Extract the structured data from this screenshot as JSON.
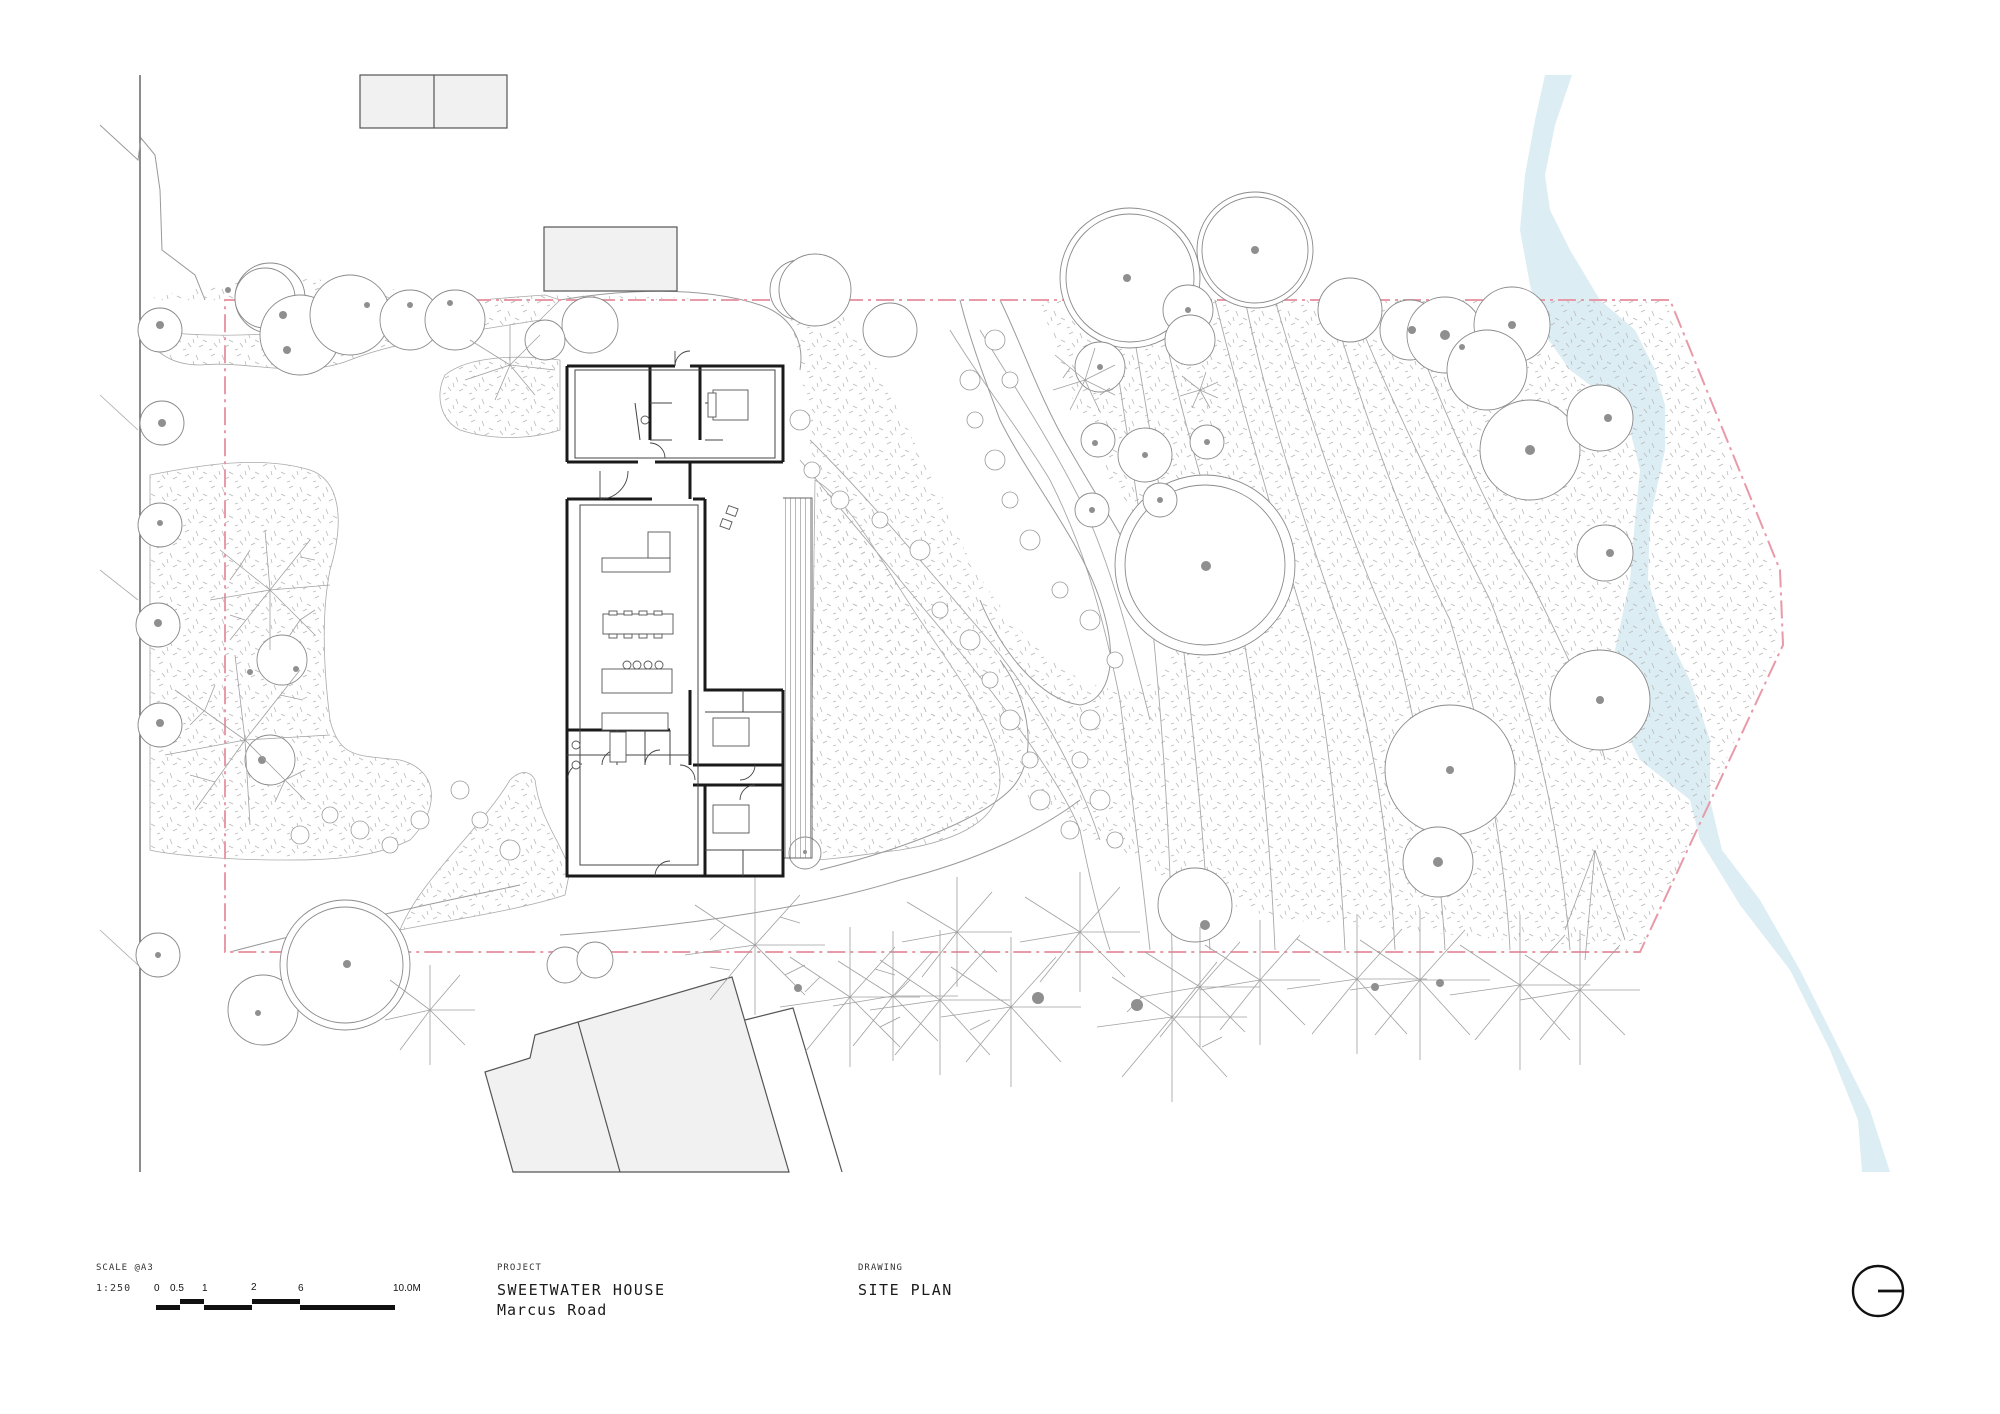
{
  "drawing": {
    "type": "architectural site plan",
    "colors": {
      "line": "#8a8a8a",
      "line_dark": "#1a1a1a",
      "boundary": "#e89aa8",
      "river": "#dcedf4",
      "building_fill": "#f1f1f1",
      "tree_dot": "#8f8f8f"
    },
    "elements": {
      "house": "Sweetwater House floor plan (3 bedrooms, living, dining, kitchen, bathroom)",
      "deck": "timber deck (east of living)",
      "river": "creek along east side",
      "boundary": "property boundary (dash-dot)",
      "road": "Marcus Road (west edge)",
      "neighbours": [
        "north building 1",
        "north building 2",
        "south building"
      ]
    }
  },
  "title_block": {
    "scale": {
      "label": "SCALE @A3",
      "ratio": "1:250",
      "ticks": [
        "0",
        "0.5",
        "1",
        "2",
        "6",
        "10.0M"
      ]
    },
    "project": {
      "label": "PROJECT",
      "name": "SWEETWATER HOUSE",
      "address": "Marcus Road"
    },
    "drawing": {
      "label": "DRAWING",
      "name": "SITE PLAN"
    },
    "north_arrow": "north-arrow-icon"
  }
}
